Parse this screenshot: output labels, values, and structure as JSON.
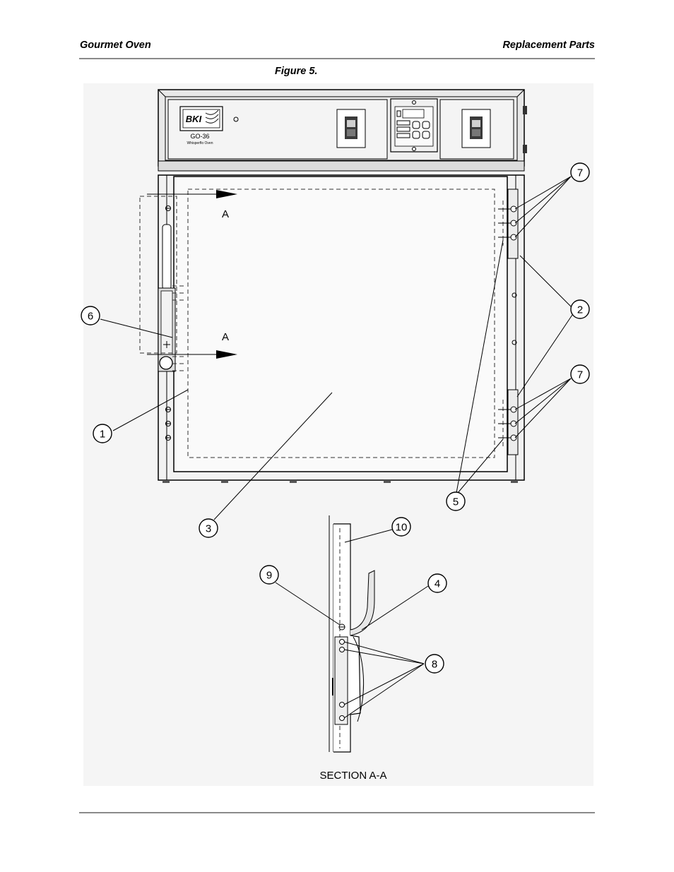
{
  "header": {
    "left": "Gourmet Oven",
    "right": "Replacement Parts"
  },
  "figure": {
    "caption": "Figure 5.",
    "brand_logo": "BKI",
    "model_label": "GO-36",
    "model_sublabel": "Whisperflo Oven",
    "section_marker": "A",
    "section_title": "SECTION A-A",
    "callouts": [
      "1",
      "2",
      "3",
      "4",
      "5",
      "6",
      "7",
      "8",
      "9",
      "10"
    ]
  },
  "colors": {
    "background": "#ffffff",
    "drawing_background": "#f5f5f5",
    "rule": "#8a8a8a",
    "line": "#000000"
  }
}
